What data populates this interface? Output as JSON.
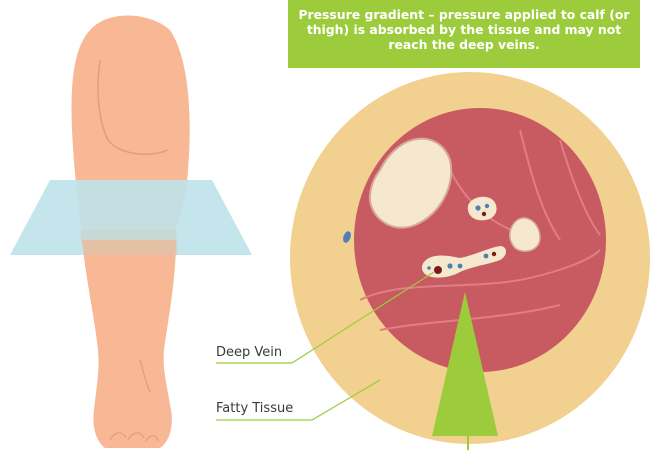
{
  "callout": {
    "text": "Pressure gradient – pressure applied to calf (or thigh) is absorbed by the tissue and may not reach the deep veins."
  },
  "labels": {
    "deep_vein": "Deep Vein",
    "fatty_tissue": "Fatty Tissue"
  },
  "colors": {
    "skin": "#f8b896",
    "skin_shade": "#e9a482",
    "plane": "#bfe2ea",
    "fat": "#f2d08f",
    "muscle": "#c85a62",
    "muscle_light": "#d8737a",
    "bone": "#f6e7cf",
    "arrow": "#9ccc3b",
    "callout_bg": "#9ccc3b",
    "leader": "#9ccc3b",
    "vein_blue": "#4f7fb5",
    "vein_dark": "#7a1c1c"
  }
}
